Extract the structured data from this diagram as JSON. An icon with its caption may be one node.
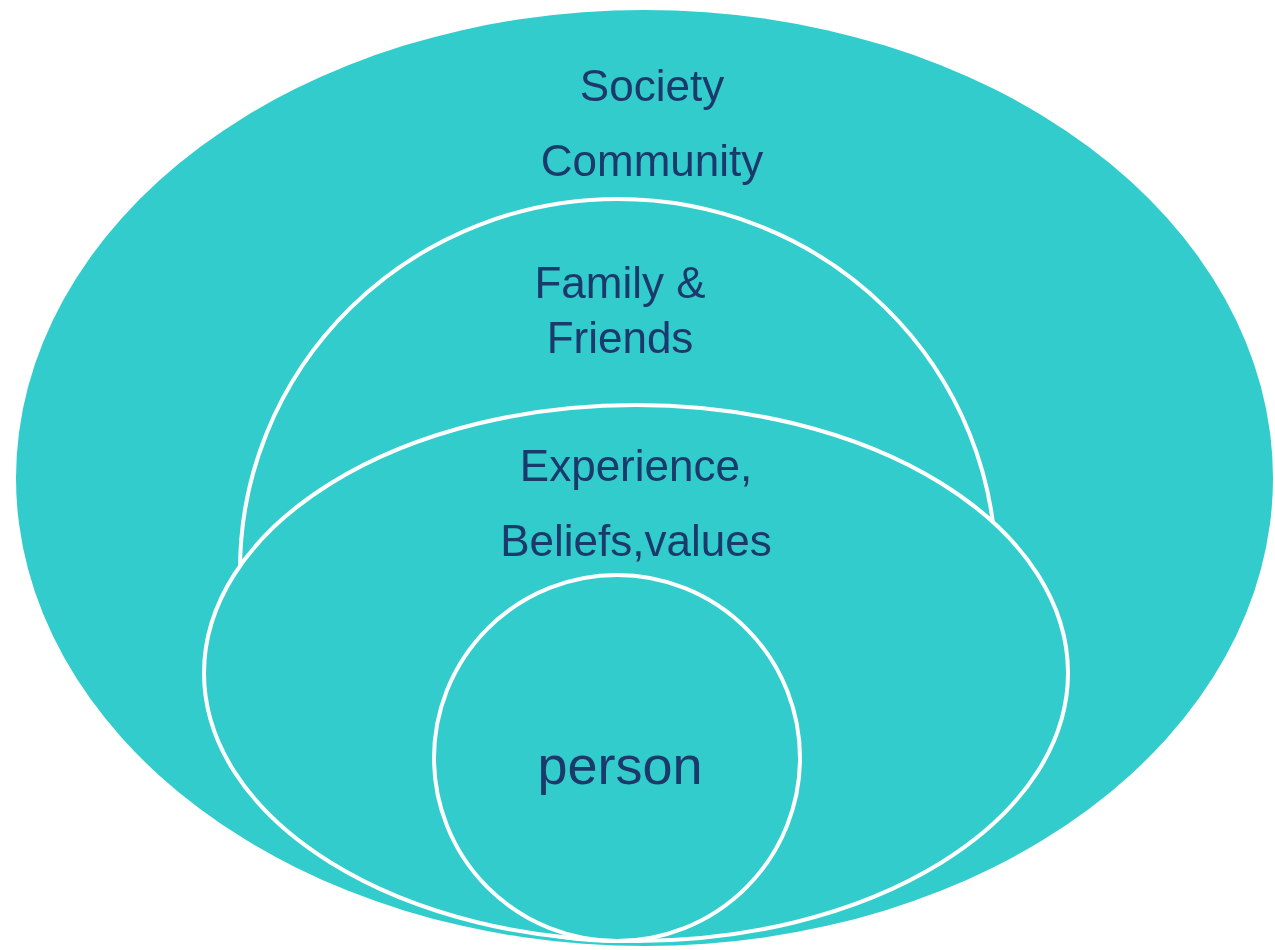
{
  "diagram": {
    "nodes": [
      {
        "text": [
          "Society",
          "Community"
        ]
      },
      {
        "text": [
          "Family & Friends"
        ],
        "in": 0
      },
      {
        "text": [
          "Experience, Beliefs,values"
        ],
        "in": 0
      },
      {
        "text": [
          "person"
        ],
        "in": 2
      }
    ]
  }
}
